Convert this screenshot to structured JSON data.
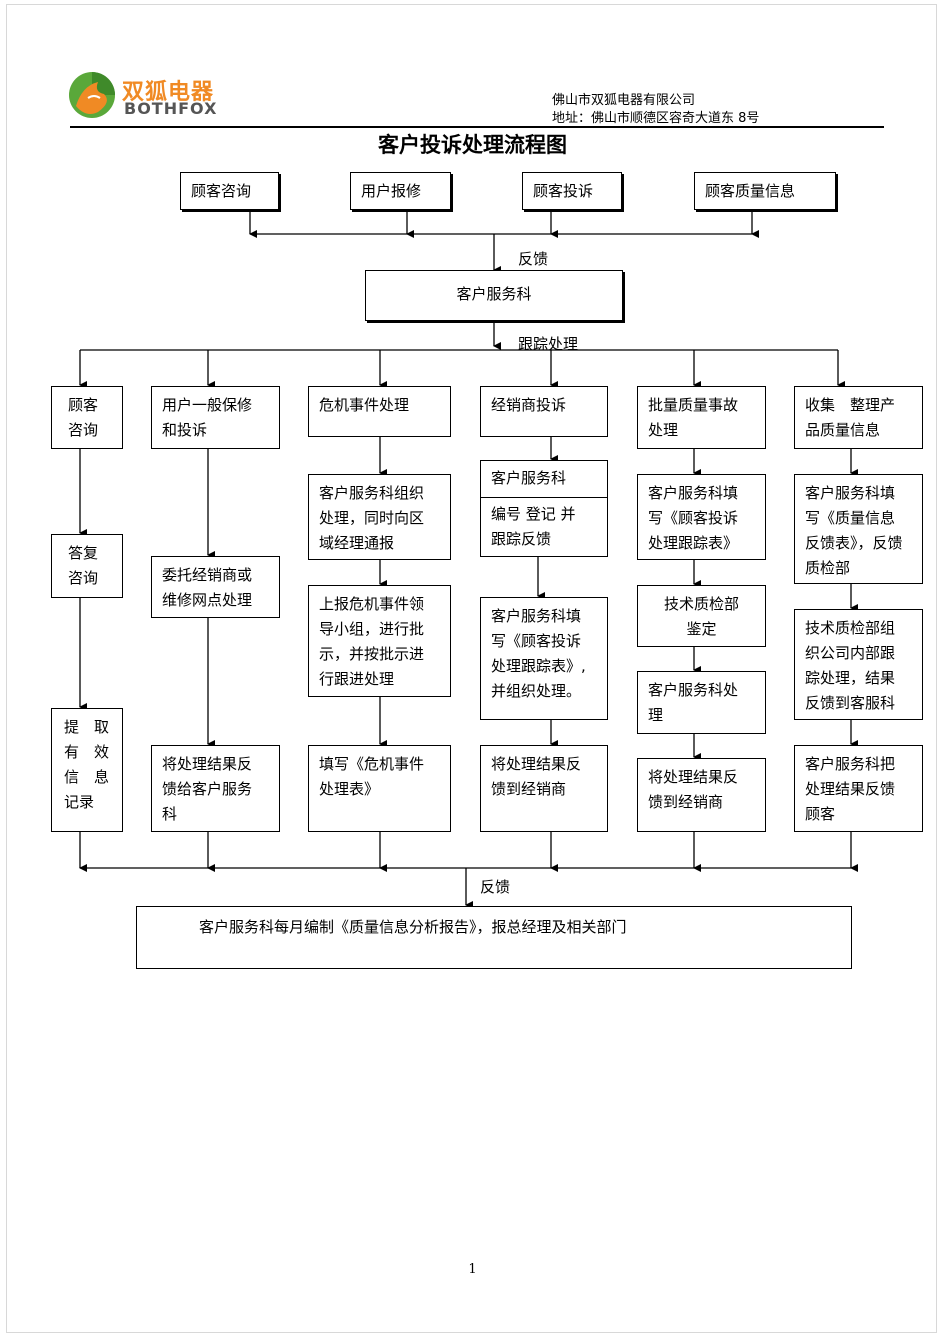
{
  "header": {
    "brand_cn": "双狐电器",
    "brand_en": "BOTHFOX",
    "company": "佛山市双狐电器有限公司",
    "address": "地址：佛山市顺德区容奇大道东 8号"
  },
  "title": "客户投诉处理流程图",
  "sources": [
    "顾客咨询",
    "用户报修",
    "顾客投诉",
    "顾客质量信息"
  ],
  "feedback_label": "反馈",
  "service_dept": "客户服务科",
  "tracking_label": "跟踪处理",
  "branches": {
    "b1": [
      "顾客\n咨询",
      "答复\n咨询",
      "提　取\n有　效\n信　息\n记录"
    ],
    "b2": [
      "用户一般保修\n和投诉",
      "委托经销商或\n维修网点处理",
      "将处理结果反\n馈给客户服务\n科"
    ],
    "b3": [
      "危机事件处理",
      "客户服务科组织\n处理，同时向区\n域经理通报",
      "上报危机事件领\n导小组，进行批\n示，并按批示进\n行跟进处理",
      "填写《危机事件\n处理表》"
    ],
    "b4": [
      "经销商投诉",
      "客户服务科",
      "编号  登记  并\n跟踪反馈",
      "客户服务科填\n写《顾客投诉\n处理跟踪表》,\n并组织处理。",
      "将处理结果反\n馈到经销商"
    ],
    "b5": [
      "批量质量事故\n处理",
      "客户服务科填\n写《顾客投诉\n处理跟踪表》",
      "技术质检部\n鉴定",
      "客户服务科处\n理",
      "将处理结果反\n馈到经销商"
    ],
    "b6": [
      "收集　整理产\n品质量信息",
      "客户服务科填\n写《质量信息\n反馈表》，反馈\n质检部",
      "技术质检部组\n织公司内部跟\n踪处理，结果\n反馈到客服科",
      "客户服务科把\n处理结果反馈\n顾客"
    ]
  },
  "bottom_feedback_label": "反馈",
  "final": "客户服务科每月编制《质量信息分析报告》，报总经理及相关部门",
  "page_number": "1"
}
